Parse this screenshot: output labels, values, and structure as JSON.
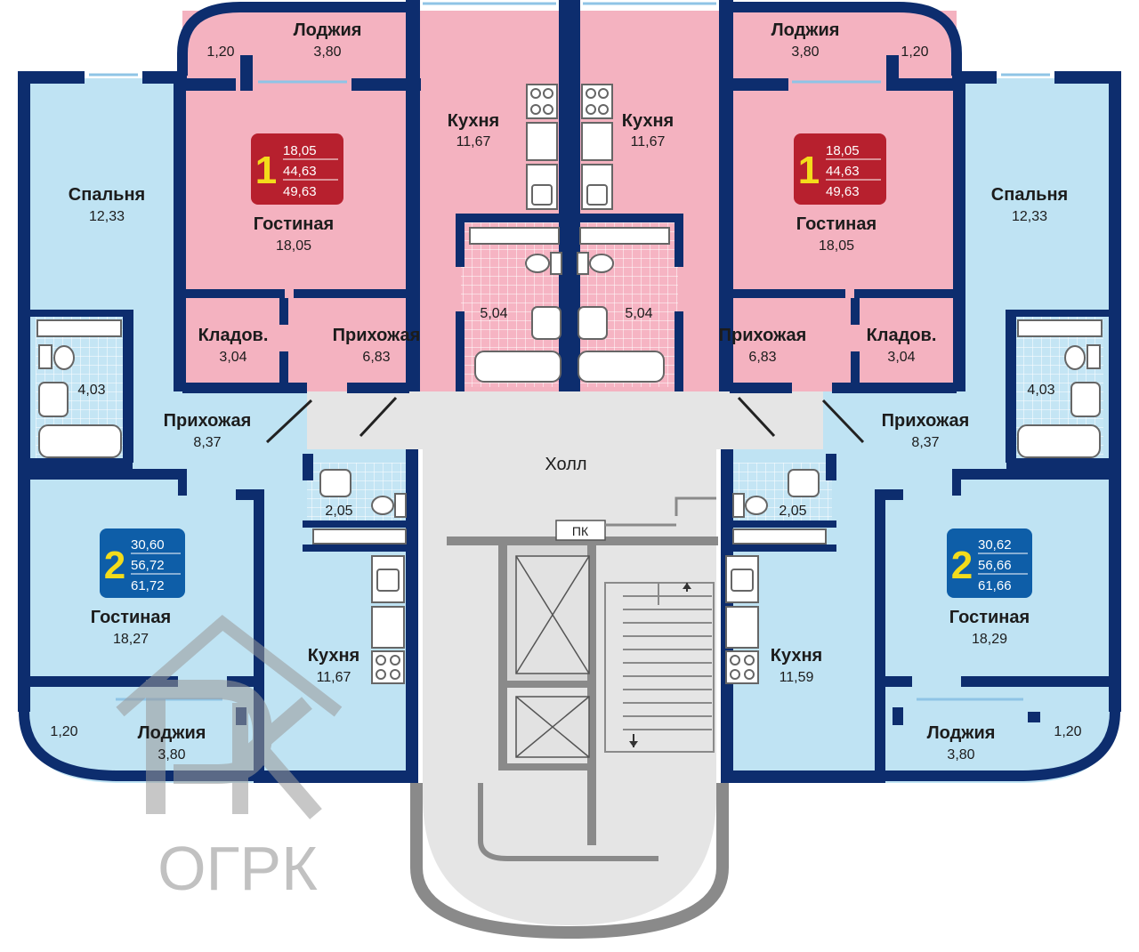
{
  "floor_plan": {
    "watermark": {
      "text": "ОГРК"
    },
    "hall": {
      "label": "Холл"
    },
    "elevator_panel": {
      "label": "ПК"
    },
    "apartments": [
      {
        "id": "pink-left",
        "rooms_count": "1",
        "areas": [
          "18,05",
          "44,63",
          "49,63"
        ],
        "badge_color": "#b7202e"
      },
      {
        "id": "pink-right",
        "rooms_count": "1",
        "areas": [
          "18,05",
          "44,63",
          "49,63"
        ],
        "badge_color": "#b7202e"
      },
      {
        "id": "blue-left",
        "rooms_count": "2",
        "areas": [
          "30,60",
          "56,72",
          "61,72"
        ],
        "badge_color": "#0e5ea8"
      },
      {
        "id": "blue-right",
        "rooms_count": "2",
        "areas": [
          "30,62",
          "56,66",
          "61,66"
        ],
        "badge_color": "#0e5ea8"
      }
    ],
    "rooms": [
      {
        "name": "Лоджия",
        "area": "3,80"
      },
      {
        "name": "",
        "area": "1,20"
      },
      {
        "name": "Кухня",
        "area": "11,67"
      },
      {
        "name": "Кухня",
        "area": "11,67"
      },
      {
        "name": "Лоджия",
        "area": "3,80"
      },
      {
        "name": "",
        "area": "1,20"
      },
      {
        "name": "Спальня",
        "area": "12,33"
      },
      {
        "name": "Гостиная",
        "area": "18,05"
      },
      {
        "name": "Гостиная",
        "area": "18,05"
      },
      {
        "name": "Спальня",
        "area": "12,33"
      },
      {
        "name": "",
        "area": "5,04"
      },
      {
        "name": "",
        "area": "5,04"
      },
      {
        "name": "Кладов.",
        "area": "3,04"
      },
      {
        "name": "Прихожая",
        "area": "6,83"
      },
      {
        "name": "Прихожая",
        "area": "6,83"
      },
      {
        "name": "Кладов.",
        "area": "3,04"
      },
      {
        "name": "",
        "area": "4,03"
      },
      {
        "name": "",
        "area": "4,03"
      },
      {
        "name": "Прихожая",
        "area": "8,37"
      },
      {
        "name": "Прихожая",
        "area": "8,37"
      },
      {
        "name": "",
        "area": "2,05"
      },
      {
        "name": "",
        "area": "2,05"
      },
      {
        "name": "Гостиная",
        "area": "18,27"
      },
      {
        "name": "Гостиная",
        "area": "18,29"
      },
      {
        "name": "Кухня",
        "area": "11,67"
      },
      {
        "name": "Кухня",
        "area": "11,59"
      },
      {
        "name": "Лоджия",
        "area": "3,80"
      },
      {
        "name": "",
        "area": "1,20"
      },
      {
        "name": "Лоджия",
        "area": "3,80"
      },
      {
        "name": "",
        "area": "1,20"
      }
    ],
    "colors": {
      "wall": "#0d2d6e",
      "pink_apartment": "#f4b2c0",
      "blue_apartment": "#bfe3f3",
      "hall": "#e5e5e5",
      "tile": "#ffffff"
    }
  }
}
